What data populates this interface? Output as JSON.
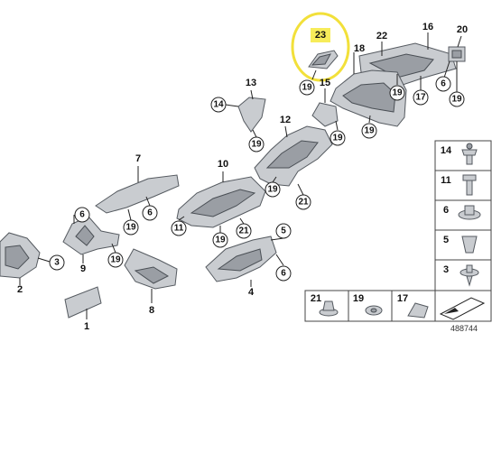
{
  "highlight": {
    "label": "23",
    "ring_color": "#f2e03a",
    "badge_color": "#f7ec5a"
  },
  "callouts": [
    "1",
    "2",
    "3",
    "4",
    "5",
    "6",
    "7",
    "8",
    "9",
    "10",
    "11",
    "12",
    "13",
    "14",
    "15",
    "16",
    "17",
    "18",
    "19",
    "20",
    "21",
    "22"
  ],
  "hardware_legend": {
    "side_items": [
      "14",
      "11",
      "6",
      "5",
      "3"
    ],
    "bottom_items": [
      "21",
      "19",
      "17"
    ]
  },
  "diagram_number": "488744",
  "colors": {
    "part_fill": "#c9ccd0",
    "outline": "#555a60"
  }
}
